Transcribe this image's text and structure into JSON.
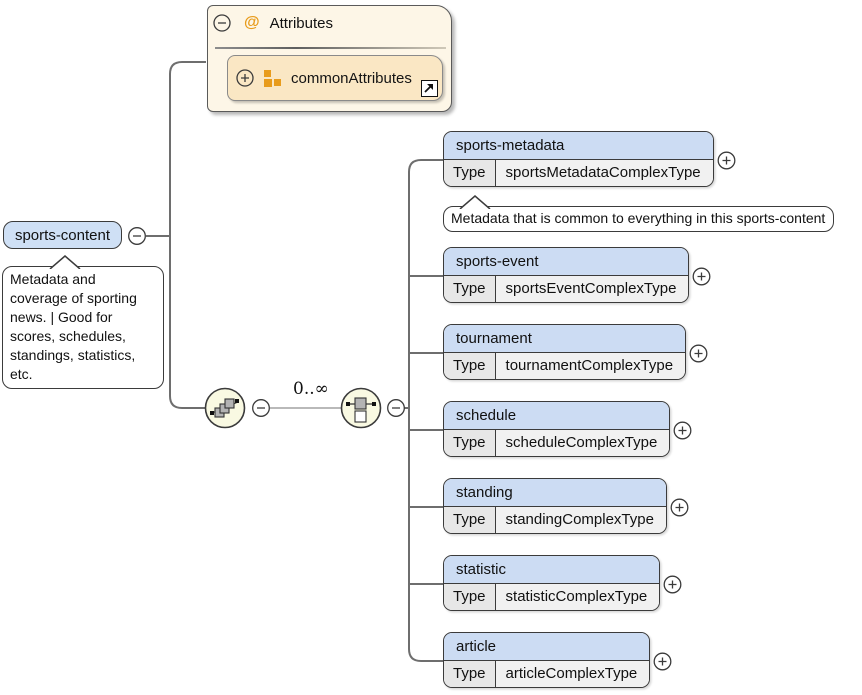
{
  "root": {
    "label": "sports-content",
    "annotation": "Metadata and coverage of sporting news. | Good for scores, schedules, standings, statistics, etc."
  },
  "attributes_box": {
    "at_symbol": "@",
    "title": "Attributes",
    "item": "commonAttributes"
  },
  "cardinality": "0..∞",
  "elements": [
    {
      "name": "sports-metadata",
      "type_label": "Type",
      "type": "sportsMetadataComplexType",
      "annotation": "Metadata that is common to everything in this sports-content"
    },
    {
      "name": "sports-event",
      "type_label": "Type",
      "type": "sportsEventComplexType"
    },
    {
      "name": "tournament",
      "type_label": "Type",
      "type": "tournamentComplexType"
    },
    {
      "name": "schedule",
      "type_label": "Type",
      "type": "scheduleComplexType"
    },
    {
      "name": "standing",
      "type_label": "Type",
      "type": "standingComplexType"
    },
    {
      "name": "statistic",
      "type_label": "Type",
      "type": "statisticComplexType"
    },
    {
      "name": "article",
      "type_label": "Type",
      "type": "articleComplexType"
    }
  ],
  "colors": {
    "element_header": "#ccdcf3",
    "attributes_bg": "#fdf6e7",
    "attribute_item_bg": "#fae7c4",
    "accent_orange": "#e89c1c",
    "connector": "#6e6e6e",
    "compositor_fill": "#f9f9e2"
  }
}
